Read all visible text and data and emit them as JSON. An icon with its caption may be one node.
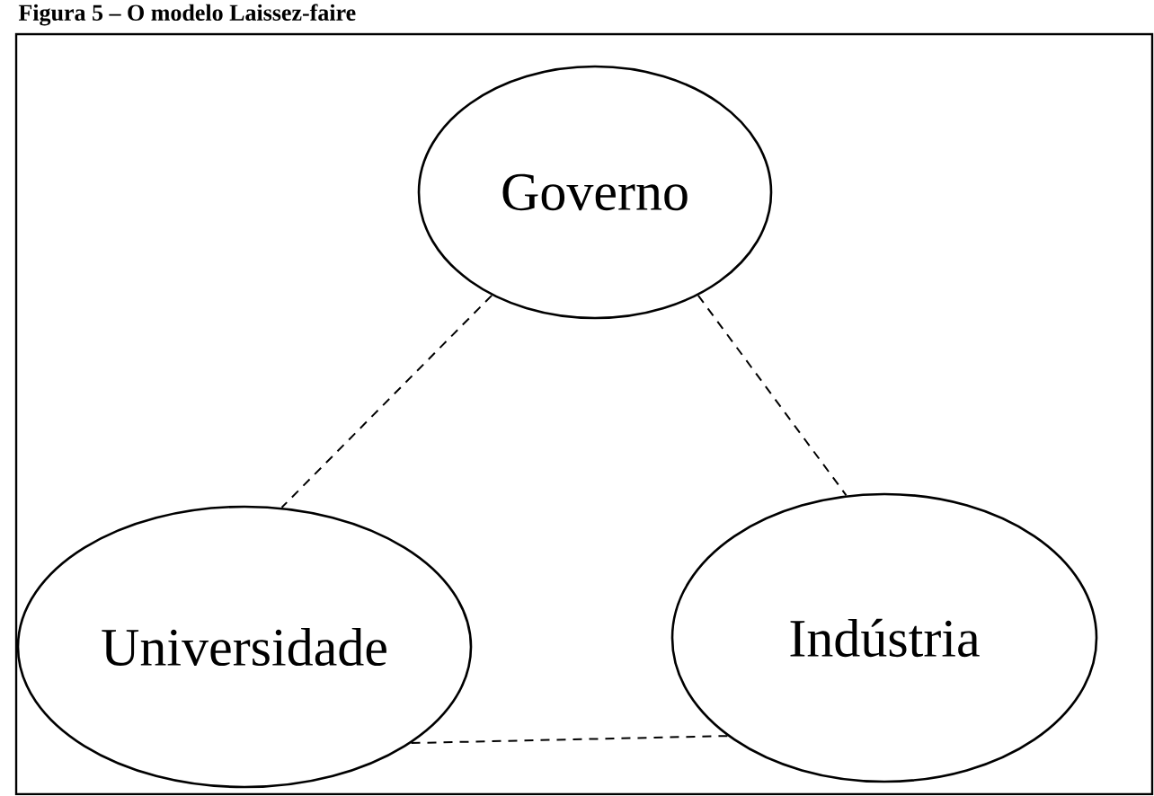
{
  "diagram": {
    "title": "Figura 5 – O modelo Laissez-faire",
    "nodes": [
      {
        "text": [
          "Governo"
        ]
      },
      {
        "text": [
          "Universidade"
        ]
      },
      {
        "text": [
          "Indústria"
        ]
      }
    ],
    "edges": [
      {
        "from": 0,
        "to": 1,
        "arrow": "none",
        "style": "dashed"
      },
      {
        "from": 0,
        "to": 2,
        "arrow": "none",
        "style": "dashed"
      },
      {
        "from": 1,
        "to": 2,
        "arrow": "none",
        "style": "dashed"
      }
    ]
  }
}
